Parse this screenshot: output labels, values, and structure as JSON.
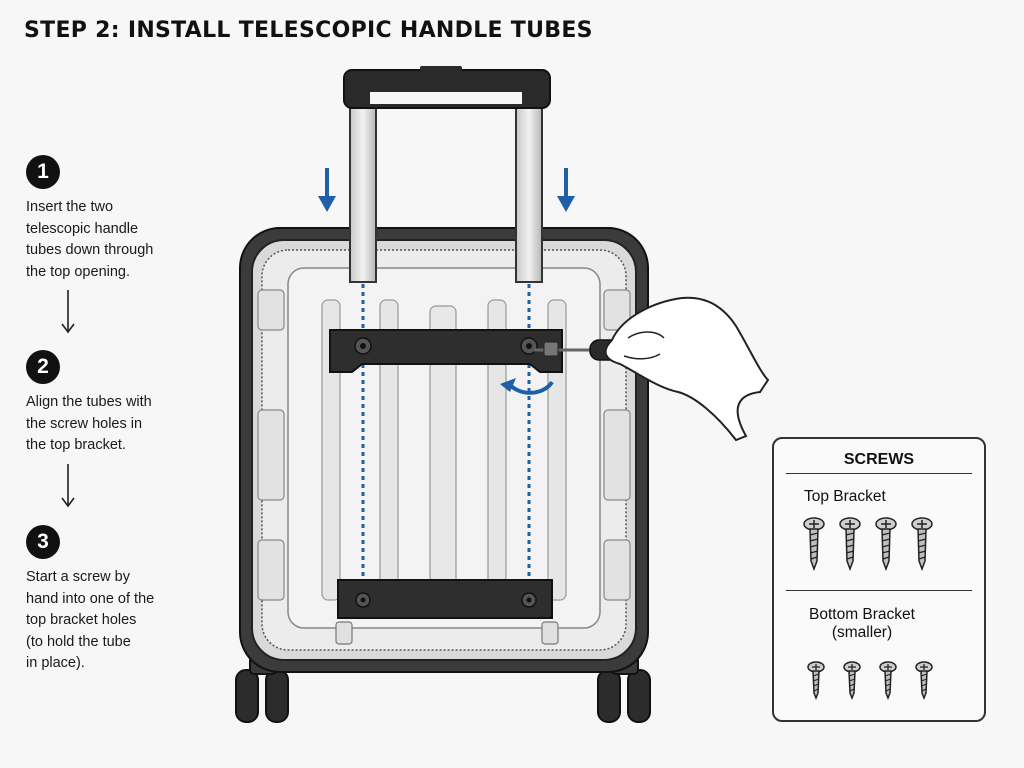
{
  "title": "STEP 2: INSTALL TELESCOPIC HANDLE TUBES",
  "steps": [
    {
      "number": "1",
      "text": "Insert the two\ntelescopic handle\ntubes down through\nthe top opening."
    },
    {
      "number": "2",
      "text": "Align the tubes with\nthe screw holes in\nthe top bracket."
    },
    {
      "number": "3",
      "text": "Start a screw by\nhand into one of the\ntop bracket holes\n(to hold the tube\nin place)."
    }
  ],
  "screws_panel": {
    "title": "SCREWS",
    "groups": [
      {
        "label": "Top Bracket",
        "count": 4
      },
      {
        "label": "Bottom Bracket",
        "sublabel": "(smaller)",
        "count": 4
      }
    ]
  },
  "colors": {
    "arrow_blue": "#1f5fa8",
    "outline": "#222222",
    "handle_black": "#2a2a2a"
  }
}
